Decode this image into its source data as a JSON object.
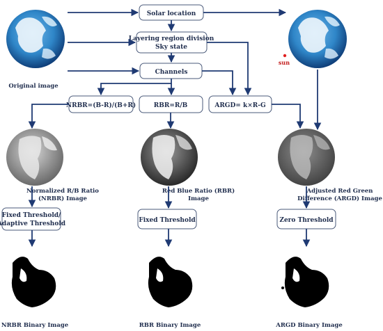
{
  "boxes": {
    "solar_location": "Solar location",
    "layering_line1": "Layering region division",
    "layering_line2": "Sky state",
    "channels": "Channels",
    "nrbr_formula": "NRBR=(B-R)/(B+R)",
    "rbr_formula": "RBR=R/B",
    "argd_formula": "ARGD= k×R-G",
    "fixed_adaptive_line1": "Fixed Threshold/",
    "fixed_adaptive_line2": "Adaptive Threshold",
    "fixed_threshold": "Fixed Threshold",
    "zero_threshold": "Zero Threshold"
  },
  "captions": {
    "original_image": "Original image",
    "sun_label": "sun",
    "nrbr_image_line1": "Normalized R/B Ratio",
    "nrbr_image_line2": "(NRBR) Image",
    "rbr_image_line1": "Red Blue Ratio (RBR)",
    "rbr_image_line2": "Image",
    "argd_image_line1": "Adjusted Red Green",
    "argd_image_line2": "Difference (ARGD) Image",
    "nrbr_binary": "NRBR Binary Image",
    "rbr_binary": "RBR Binary Image",
    "argd_binary": "ARGD Binary Image"
  },
  "colors": {
    "arrow": "#1f3a73",
    "box_border": "#4a5a7a",
    "sun_marker": "#e02020"
  }
}
